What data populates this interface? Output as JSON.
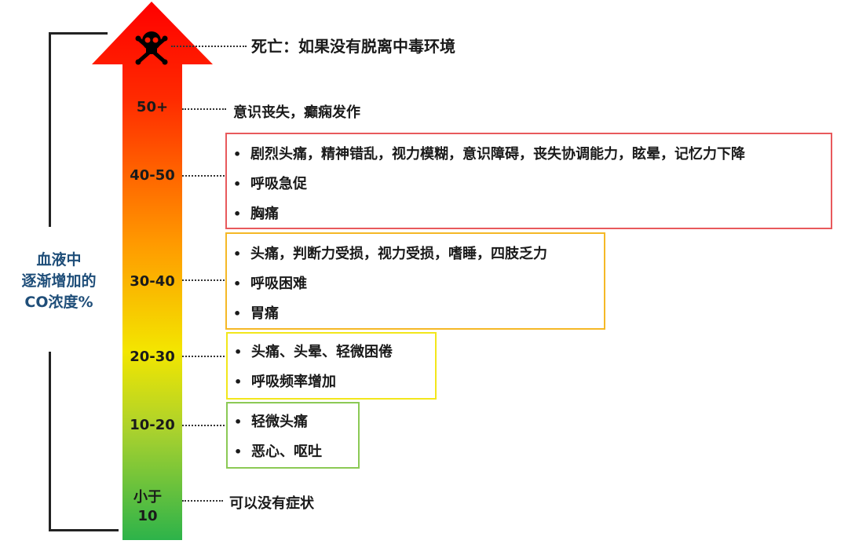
{
  "side_label": {
    "lines": [
      "血液中",
      "逐渐增加的",
      "CO浓度%"
    ]
  },
  "top": {
    "icon": "skull-crossbones-icon",
    "text": "死亡：如果没有脱离中毒环境"
  },
  "levels": {
    "l50": {
      "label": "50+",
      "text": "意识丧失，癫痫发作"
    },
    "l40": {
      "label": "40-50",
      "items": [
        "剧烈头痛，精神错乱，视力模糊，意识障碍，丧失协调能力，眩晕，记忆力下降",
        "呼吸急促",
        "胸痛"
      ]
    },
    "l30": {
      "label": "30-40",
      "items": [
        "头痛，判断力受损，视力受损，嗜睡，四肢乏力",
        "呼吸困难",
        "胃痛"
      ]
    },
    "l20": {
      "label": "20-30",
      "items": [
        "头痛、头晕、轻微困倦",
        "呼吸频率增加"
      ]
    },
    "l10": {
      "label": "10-20",
      "items": [
        "轻微头痛",
        "恶心、呕吐"
      ]
    },
    "l0": {
      "label_lines": [
        "小于",
        "10"
      ],
      "text": "可以没有症状"
    }
  },
  "bullet_char": "•",
  "colors": {
    "box_40_50": "#e8595c",
    "box_30_40": "#f5b826",
    "box_20_30": "#f2e71b",
    "box_10_20": "#8bc955",
    "gradient_top": "#ff0000",
    "gradient_bottom": "#2db34a",
    "side_label": "#1f4e79"
  }
}
